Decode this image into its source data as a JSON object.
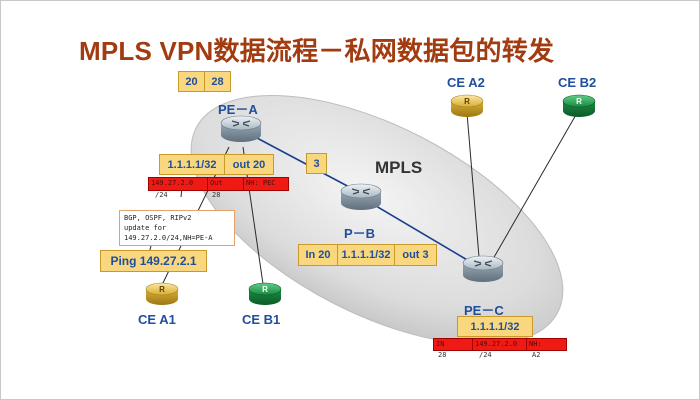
{
  "title": "MPLS VPN数据流程－私网数据包的转发",
  "cloud_label": "MPLS",
  "routers": {
    "pe_a": "PE－A",
    "p_b": "P－B",
    "pe_c": "PE－C",
    "ce_a1": "CE A1",
    "ce_b1": "CE B1",
    "ce_a2": "CE A2",
    "ce_b2": "CE B2",
    "router_glyph": "R"
  },
  "label_stack": {
    "inner": "20",
    "outer": "28"
  },
  "link_label": "3",
  "pe_a_lfib": {
    "fec": "1.1.1.1/32",
    "out": "out 20"
  },
  "pe_a_vrf": {
    "prefix": "149.27.2.0",
    "mask": "/24",
    "out": "Out",
    "label": "28",
    "nh": "NH: PEC"
  },
  "p_b_lfib": {
    "in": "In 20",
    "fec": "1.1.1.1/32",
    "out": "out 3"
  },
  "pe_c_lfib": {
    "fec": "1.1.1.1/32"
  },
  "pe_c_vrf": {
    "in": "IN",
    "in_label": "28",
    "prefix": "149.27.2.0",
    "mask": "/24",
    "nh": "NH:",
    "nh_value": "A2"
  },
  "routing_note": {
    "line1": "BGP, OSPF, RIPv2",
    "line2": "update for",
    "line3": "149.27.2.0/24,NH=PE-A"
  },
  "ping_label": "Ping 149.27.2.1",
  "colors": {
    "title": "#a33b10",
    "label_text": "#1f4e9c",
    "yellow_box": "#f9d77e",
    "red_box": "#ef1a14",
    "ce_a_router": "#e8c14a",
    "ce_b_router": "#1f9a4a",
    "core_router": "#c9d4dc",
    "link": "#1a3f8f"
  },
  "icons": {
    "core_router": "router-icon",
    "site_router": "router-r-icon"
  }
}
